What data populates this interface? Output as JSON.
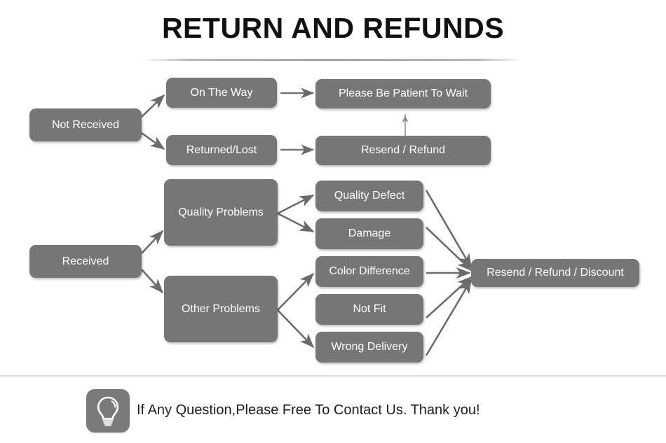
{
  "page": {
    "title": "RETURN AND REFUNDS",
    "background_color": "#ffffff",
    "node_color": "#767676",
    "node_text_color": "#ffffff",
    "arrow_color": "#6b6b6b",
    "title_color": "#111111"
  },
  "chart_data": {
    "type": "diagram",
    "title": "RETURN AND REFUNDS",
    "nodes": [
      {
        "id": "not_received",
        "label": "Not Received"
      },
      {
        "id": "on_the_way",
        "label": "On The Way"
      },
      {
        "id": "returned_lost",
        "label": "Returned/Lost"
      },
      {
        "id": "please_wait",
        "label": "Please Be Patient To Wait"
      },
      {
        "id": "resend_refund",
        "label": "Resend / Refund"
      },
      {
        "id": "received",
        "label": "Received"
      },
      {
        "id": "quality_problems",
        "label": "Quality Problems"
      },
      {
        "id": "other_problems",
        "label": "Other Problems"
      },
      {
        "id": "quality_defect",
        "label": "Quality Defect"
      },
      {
        "id": "damage",
        "label": "Damage"
      },
      {
        "id": "color_difference",
        "label": "Color Difference"
      },
      {
        "id": "not_fit",
        "label": "Not Fit"
      },
      {
        "id": "wrong_delivery",
        "label": "Wrong Delivery"
      },
      {
        "id": "resend_refund_discount",
        "label": "Resend / Refund / Discount"
      }
    ],
    "edges": [
      {
        "from": "not_received",
        "to": "on_the_way"
      },
      {
        "from": "not_received",
        "to": "returned_lost"
      },
      {
        "from": "on_the_way",
        "to": "please_wait"
      },
      {
        "from": "returned_lost",
        "to": "resend_refund"
      },
      {
        "from": "resend_refund",
        "to": "please_wait"
      },
      {
        "from": "received",
        "to": "quality_problems"
      },
      {
        "from": "received",
        "to": "other_problems"
      },
      {
        "from": "quality_problems",
        "to": "quality_defect"
      },
      {
        "from": "quality_problems",
        "to": "damage"
      },
      {
        "from": "other_problems",
        "to": "color_difference"
      },
      {
        "from": "other_problems",
        "to": "wrong_delivery"
      },
      {
        "from": "quality_defect",
        "to": "resend_refund_discount"
      },
      {
        "from": "damage",
        "to": "resend_refund_discount"
      },
      {
        "from": "color_difference",
        "to": "resend_refund_discount"
      },
      {
        "from": "not_fit",
        "to": "resend_refund_discount"
      },
      {
        "from": "wrong_delivery",
        "to": "resend_refund_discount"
      }
    ]
  },
  "flow": {
    "not_received": "Not Received",
    "on_the_way": "On The Way",
    "returned_lost": "Returned/Lost",
    "please_wait": "Please Be Patient To Wait",
    "resend_refund": "Resend / Refund",
    "received": "Received",
    "quality_problems": "Quality Problems",
    "other_problems": "Other Problems",
    "quality_defect": "Quality Defect",
    "damage": "Damage",
    "color_difference": "Color Difference",
    "not_fit": "Not Fit",
    "wrong_delivery": "Wrong Delivery",
    "resend_refund_discount": "Resend / Refund / Discount"
  },
  "footer": {
    "message": "If Any Question,Please Free To Contact Us. Thank you!",
    "icon": "lightbulb-icon"
  }
}
